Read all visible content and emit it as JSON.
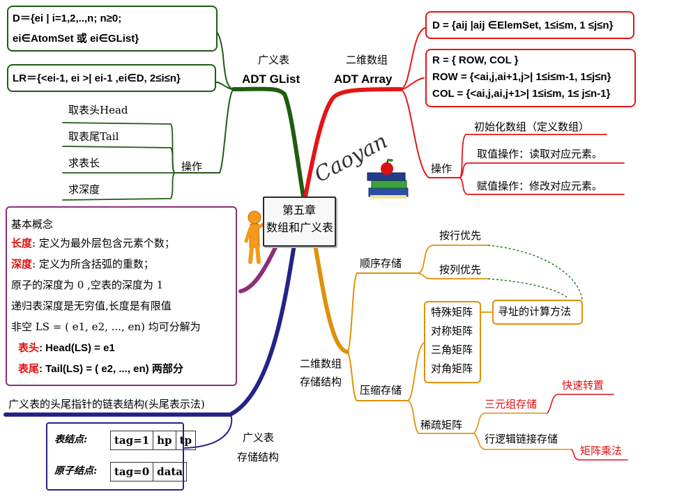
{
  "center": {
    "line1": "第五章",
    "line2": "数组和广义表"
  },
  "glist": {
    "branch_cn": "广义表",
    "branch_en": "ADT GList",
    "def_d_line1": "D＝{ei | i=1,2,..,n; n≥0;",
    "def_d_line2": "ei∈AtomSet 或 ei∈GList}",
    "def_lr": "LR＝{<ei-1, ei >| ei-1 ,ei∈D, 2≤i≤n}",
    "ops_label": "操作",
    "ops": [
      "取表头Head",
      "取表尾Tail",
      "求表长",
      "求深度"
    ]
  },
  "array": {
    "branch_cn": "二维数组",
    "branch_en": "ADT Array",
    "def_d": "D = {aij |aij ∈ElemSet, 1≤i≤m, 1 ≤j≤n}",
    "def_r_line1": "R = { ROW, COL }",
    "def_r_line2": "ROW = {<ai,j,ai+1,j>| 1≤i≤m-1, 1≤j≤n}",
    "def_r_line3": "COL  = {<ai,j,ai,j+1>| 1≤i≤m, 1≤ j≤n-1}",
    "ops_label": "操作",
    "ops": [
      "初始化数组（定义数组）",
      "取值操作：读取对应元素。",
      "赋值操作：修改对应元素。"
    ]
  },
  "signature": "Caoyan",
  "concepts": {
    "title": "基本概念",
    "length_label": "长度",
    "length_text": ": 定义为最外层包含元素个数；",
    "depth_label": "深度",
    "depth_text": ": 定义为所含括弧的重数；",
    "atom_depth": "原子的深度为 0 ,空表的深度为 1",
    "recursive": "递归表深度是无穷值,长度是有限值",
    "nonempty": "非空 LS = ( e1, e2, ..., en) 均可分解为",
    "head_label": "表头",
    "head_text": ": Head(LS) = e1",
    "tail_label": "表尾",
    "tail_text": ": Tail(LS) = ( e2, ..., en) 两部分"
  },
  "storage_glist": {
    "branch": [
      "广义表",
      "存储结构"
    ],
    "headline": "广义表的头尾指针的链表结构(头尾表示法)",
    "node_table_label": "表结点:",
    "node_table_cells": [
      "tag=1",
      "hp",
      "tp"
    ],
    "node_atom_label": "原子结点:",
    "node_atom_cells": [
      "tag=0",
      "data"
    ]
  },
  "storage_array": {
    "branch": [
      "二维数组",
      "存储结构"
    ],
    "sequential": "顺序存储",
    "row_major": "按行优先",
    "col_major": "按列优先",
    "address": "寻址的计算方法",
    "compressed": "压缩存储",
    "special": [
      "特殊矩阵",
      "对称矩阵",
      "三角矩阵",
      "对角矩阵"
    ],
    "sparse": "稀疏矩阵",
    "triple": "三元组存储",
    "fast_transpose": "快速转置",
    "row_linked": "行逻辑链接存储",
    "matrix_mult": "矩阵乘法"
  },
  "colors": {
    "glist_branch": "#1e5c12",
    "array_branch": "#e41515",
    "concept_branch": "#8b2f7a",
    "storage_glist_branch": "#23238a",
    "storage_array_branch": "#e0900a",
    "dotted_link": "#1f6e1f",
    "highlight_red": "#e01010"
  }
}
